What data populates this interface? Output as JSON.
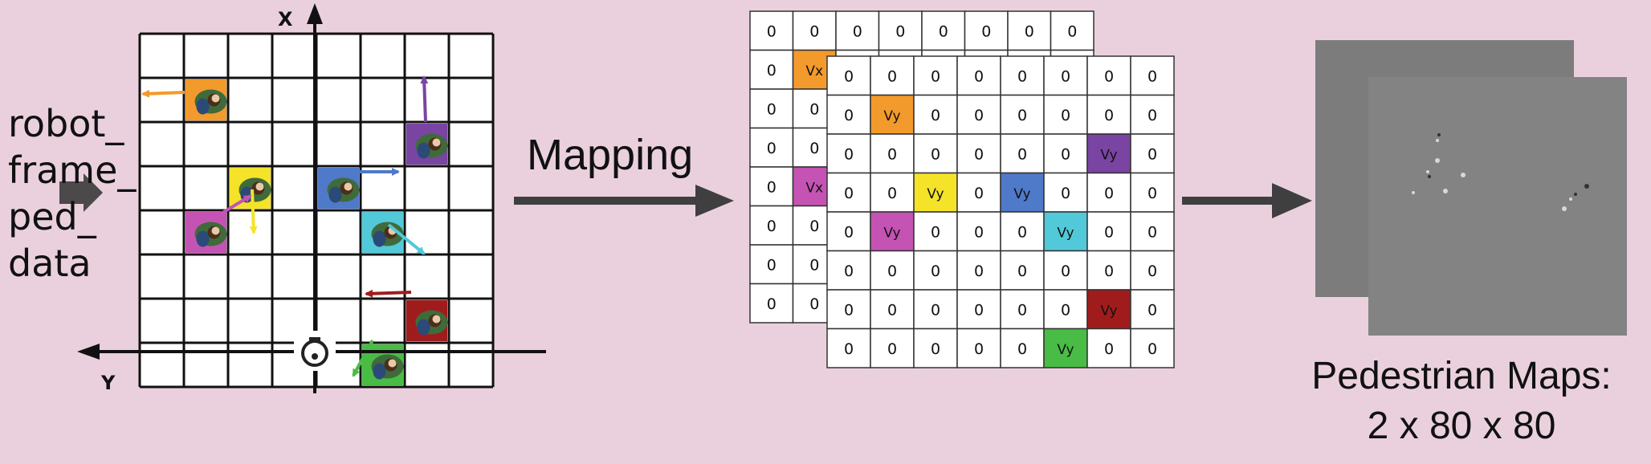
{
  "input_label_lines": [
    "robot_",
    "frame_",
    "ped_",
    "data"
  ],
  "axis_x_label": "X",
  "axis_y_label": "Y",
  "arrow_label": "Mapping",
  "zero_text": "0",
  "vx_label": "Vx",
  "vy_label": "Vy",
  "output_label_lines": [
    "Pedestrian Maps:",
    "2 x 80 x 80"
  ],
  "colors": {
    "background": "#ead0dd",
    "orange": "#f39a2c",
    "purple": "#7a44a3",
    "yellow": "#f5e32a",
    "blue": "#4f79c9",
    "magenta": "#c553b4",
    "cyan": "#52c9d9",
    "darkred": "#a01c1c",
    "green": "#49bc45",
    "map_gray": "#808080"
  },
  "pedestrian_cells": [
    {
      "row": 1,
      "col": 1,
      "color": "orange"
    },
    {
      "row": 2,
      "col": 6,
      "color": "purple"
    },
    {
      "row": 3,
      "col": 2,
      "color": "yellow"
    },
    {
      "row": 3,
      "col": 4,
      "color": "blue"
    },
    {
      "row": 4,
      "col": 1,
      "color": "magenta"
    },
    {
      "row": 4,
      "col": 5,
      "color": "cyan"
    },
    {
      "row": 6,
      "col": 6,
      "color": "darkred"
    },
    {
      "row": 7,
      "col": 5,
      "color": "green"
    }
  ],
  "vx_cells": [
    {
      "row": 1,
      "col": 1,
      "color": "orange"
    },
    {
      "row": 4,
      "col": 1,
      "color": "magenta"
    }
  ],
  "vy_cells": [
    {
      "row": 1,
      "col": 1,
      "color": "orange"
    },
    {
      "row": 2,
      "col": 6,
      "color": "purple"
    },
    {
      "row": 3,
      "col": 2,
      "color": "yellow"
    },
    {
      "row": 3,
      "col": 4,
      "color": "blue"
    },
    {
      "row": 4,
      "col": 1,
      "color": "magenta"
    },
    {
      "row": 4,
      "col": 5,
      "color": "cyan"
    },
    {
      "row": 6,
      "col": 6,
      "color": "darkred"
    },
    {
      "row": 7,
      "col": 5,
      "color": "green"
    }
  ]
}
